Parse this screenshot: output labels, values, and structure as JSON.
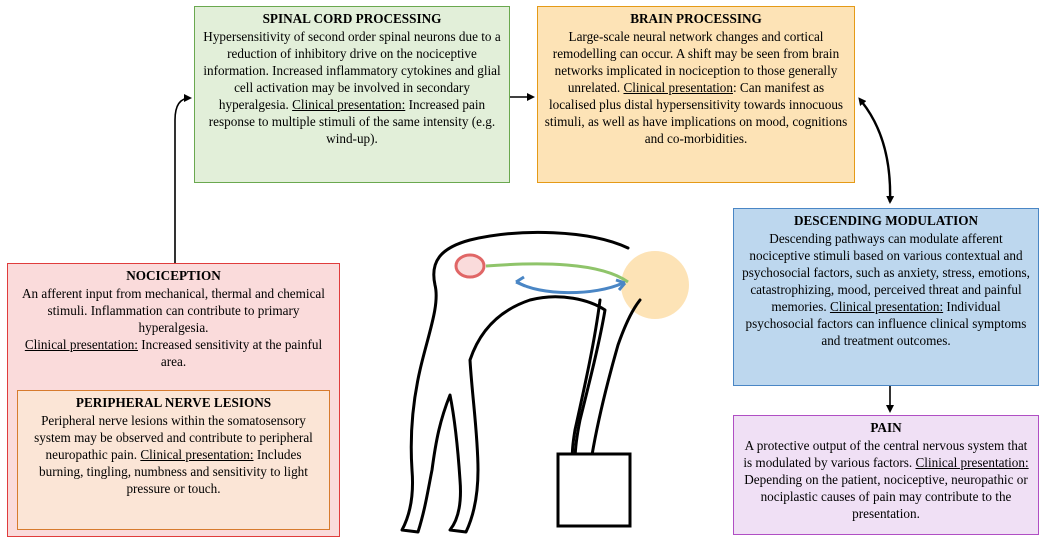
{
  "spinal": {
    "title": "SPINAL CORD PROCESSING",
    "body": "Hypersensitivity  of second order spinal neurons due to a reduction of  inhibitory  drive on the nociceptive information.  Increased inflammatory  cytokines and glial cell activation may be involved  in secondary hyperalgesia.",
    "cp_label": "Clinical  presentation:",
    "cp_text": " Increased pain response to multiple  stimuli  of the same intensity  (e.g. wind-up)."
  },
  "brain": {
    "title": "BRAIN PROCESSING",
    "body": "Large-scale neural network changes and cortical remodelling  can occur. A shift may be seen from brain networks implicated  in nociception to those generally  unrelated.",
    "cp_label": "Clinical  presentation",
    "cp_text": ": Can manifest  as localised plus distal hypersensitivity  towards innocuous stimuli,  as well as have implications  on mood, cognitions and co-morbidities."
  },
  "descending": {
    "title": "DESCENDING MODULATION",
    "body": "Descending pathways can modulate afferent nociceptive stimuli  based on various contextual and psychosocial factors, such as anxiety, stress, emotions, catastrophizing,  mood, perceived threat and painful  memories.",
    "cp_label": "Clinical  presentation:",
    "cp_text": " Individual  psychosocial factors can influence clinical  symptoms and treatment outcomes."
  },
  "pain": {
    "title": "PAIN",
    "body": "A protective output of the central nervous system that is modulated by various factors.",
    "cp_label": "Clinical  presentation:",
    "cp_text": " Depending  on the patient, nociceptive, neuropathic or nociplastic causes of pain may contribute to the presentation."
  },
  "nociception": {
    "title": "NOCICEPTION",
    "body": "An afferent input from mechanical, thermal and chemical stimuli.  Inflammation  can contribute to primary  hyperalgesia.",
    "cp_label": "Clinical  presentation:",
    "cp_text": " Increased sensitivity  at the painful area."
  },
  "peripheral": {
    "title": "PERIPHERAL NERVE LESIONS",
    "body": "Peripheral nerve lesions within  the somatosensory system may be observed and contribute to peripheral neuropathic pain.",
    "cp_label": "Clinical  presentation:",
    "cp_text": " Includes burning, tingling,  numbness and sensitivity  to light pressure or touch."
  },
  "colors": {
    "spinal_fill": "#e2efd9",
    "spinal_border": "#6aa84f",
    "brain_fill": "#fde3b6",
    "brain_border": "#e59a17",
    "descending_fill": "#bdd7ee",
    "descending_border": "#4a86c5",
    "pain_fill": "#f0e0f5",
    "pain_border": "#b04fc4",
    "nociception_fill": "#fadbdb",
    "nociception_border": "#e03c3c",
    "peripheral_fill": "#fbe5d6",
    "peripheral_border": "#d77b2e",
    "ascending_path": "#8fc46a",
    "descending_path": "#4a86c5",
    "head": "#fde3b6",
    "pain_site": "#e06666"
  }
}
